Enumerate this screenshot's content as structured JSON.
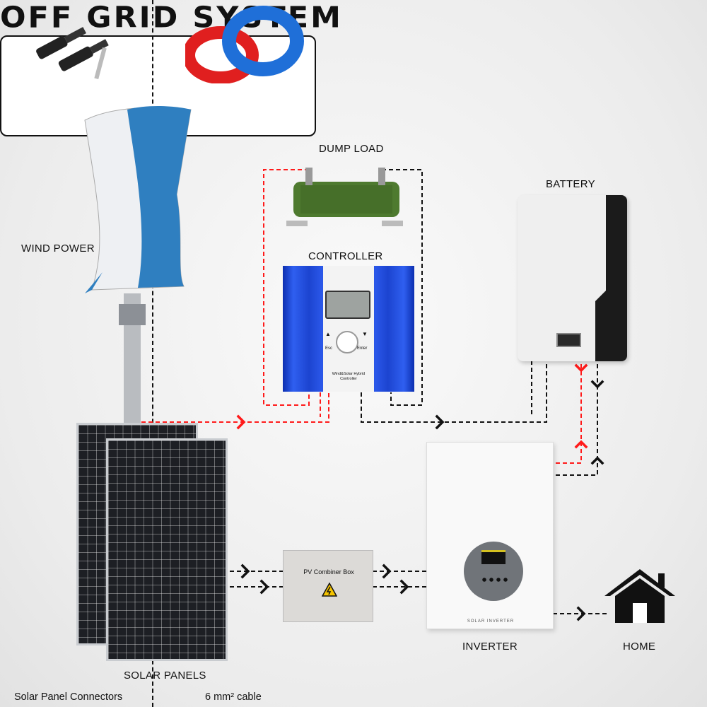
{
  "title": "OFF GRID SYSTEM",
  "accessories": {
    "connectors_label": "Solar Panel Connectors",
    "cable_label": "6 mm² cable"
  },
  "labels": {
    "dump_load": "DUMP LOAD",
    "controller": "CONTROLLER",
    "battery": "BATTERY",
    "wind_power": "WIND POWER",
    "solar_panels": "SOLAR PANELS",
    "inverter": "INVERTER",
    "home": "HOME"
  },
  "controller": {
    "btn_esc": "Esc",
    "btn_enter": "Enter",
    "caption_line1": "Wind&Solar Hybrid",
    "caption_line2": "Controller"
  },
  "combiner": {
    "label": "PV Combiner Box"
  },
  "inverter": {
    "brand": "SOLAR INVERTER"
  },
  "colors": {
    "ac_wire": "#ff1a1a",
    "dc_wire": "#111111",
    "controller_blue": "#1f4fd6",
    "turbine_blue": "#2f7fc0"
  }
}
